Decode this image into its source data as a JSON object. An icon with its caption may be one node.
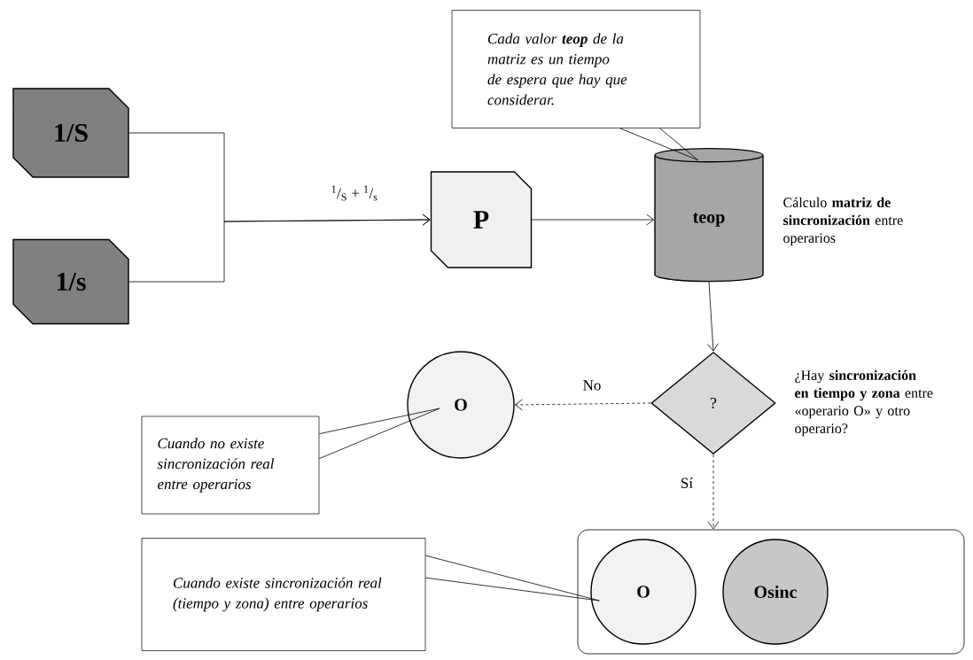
{
  "diagram": {
    "nodes": [
      {
        "text": [
          "1/S"
        ]
      },
      {
        "text": [
          "1/s"
        ]
      },
      {
        "text": [
          "P"
        ]
      },
      {
        "text": [
          "Cada valor **teop** de la matriz es un tiempo de espera que hay que considerar."
        ]
      },
      {
        "text": [
          "teop"
        ],
        "beside": [
          "Cálculo **matriz de sincronización** entre operarios"
        ]
      },
      {
        "text": [
          "?"
        ],
        "beside": [
          "¿Hay **sincronización en tiempo y zona** entre «operario O» y otro operario?"
        ]
      },
      {
        "text": [
          "O"
        ]
      },
      {
        "text": [
          "Cuando no existe sincronización real entre operarios"
        ]
      },
      {
        "text": [],
        "shape": "box"
      },
      {
        "text": [
          "O"
        ],
        "in": 8
      },
      {
        "text": [
          "Osinc"
        ],
        "in": 8
      },
      {
        "text": [
          "Cuando existe sincronización real (tiempo y zona) entre operarios"
        ]
      }
    ],
    "edges": [
      {
        "from": 0,
        "to": 2,
        "arrow": "to",
        "label": "$^{1}$/$_{S}$ + $^{1}$/$_{s}$"
      },
      {
        "from": 1,
        "to": 2,
        "arrow": "to"
      },
      {
        "from": 2,
        "to": 4,
        "arrow": "to"
      },
      {
        "from": 3,
        "to": 4,
        "arrow": "none"
      },
      {
        "from": 4,
        "to": 5,
        "arrow": "to"
      },
      {
        "from": 5,
        "to": 6,
        "arrow": "to",
        "label": "No",
        "style": "dashed"
      },
      {
        "from": 5,
        "to": 8,
        "arrow": "to",
        "label": "Sí",
        "style": "dashed"
      },
      {
        "from": 7,
        "to": 6,
        "arrow": "none"
      },
      {
        "from": 11,
        "to": 9,
        "arrow": "none"
      }
    ]
  }
}
